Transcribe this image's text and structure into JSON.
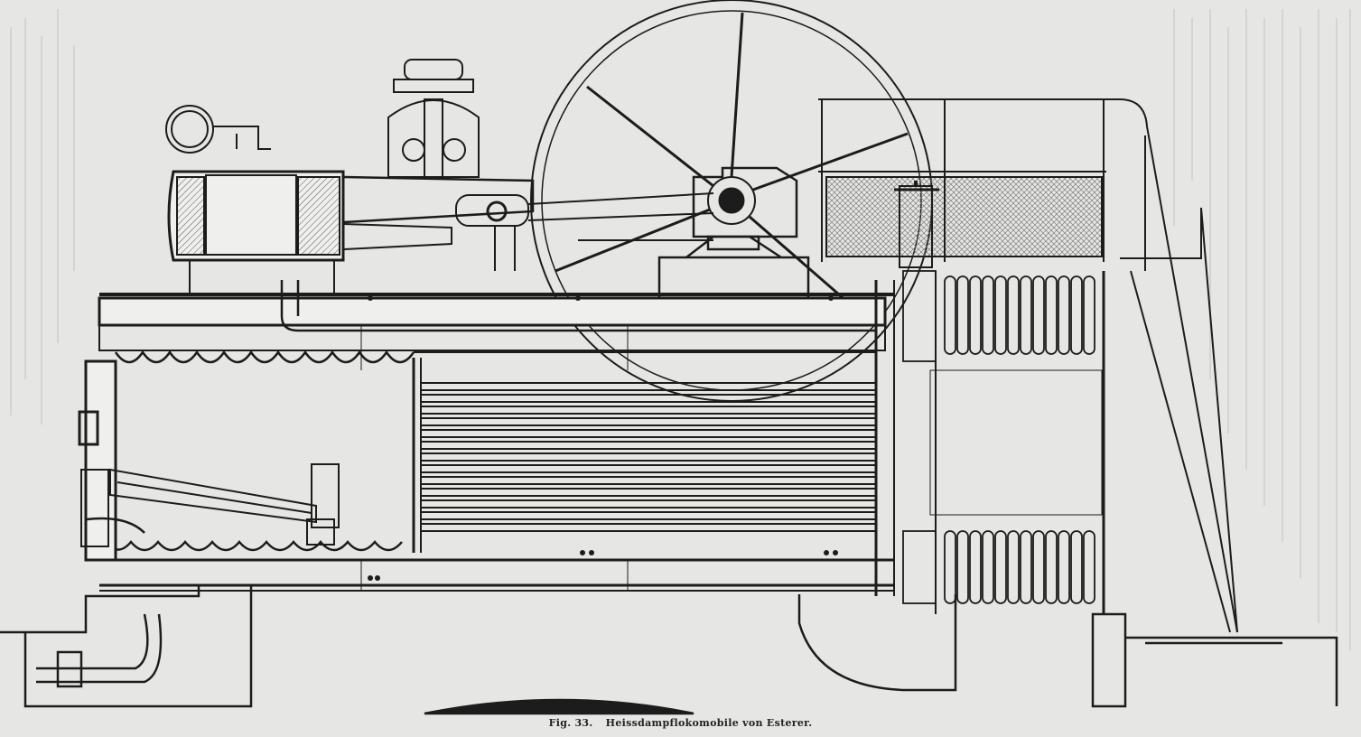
{
  "figure": {
    "label": "Fig. 33.",
    "title": "Heissdampflokomobile von Esterer."
  },
  "colors": {
    "paper": "#e6e6e4",
    "ink": "#1c1c1c",
    "bleed_text": "#c8c8c6",
    "fill_light": "#efefed",
    "mesh": "#b5b5b3"
  },
  "drawing_parts": [
    "flywheel",
    "steam-cylinder",
    "governor",
    "pressure-gauge",
    "crankshaft-bearing",
    "boiler-shell",
    "fire-tubes",
    "firebox",
    "grate",
    "smokebox",
    "superheater-coils",
    "railing-platform",
    "ladder",
    "foundation",
    "feed-pipe"
  ]
}
